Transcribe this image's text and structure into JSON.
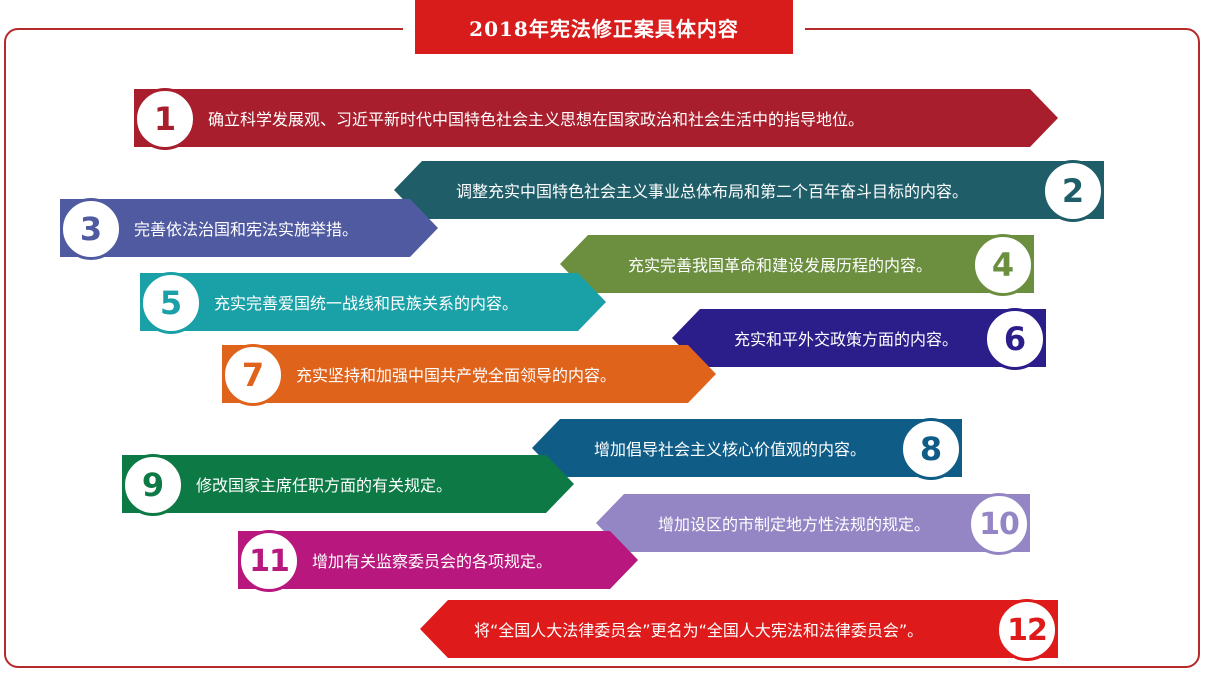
{
  "title": "2018年宪法修正案具体内容",
  "items": [
    {
      "num": "1",
      "text": "确立科学发展观、习近平新时代中国特色社会主义思想在国家政治和社会生活中的指导地位。",
      "color": "#a81e2d"
    },
    {
      "num": "2",
      "text": "调整充实中国特色社会主义事业总体布局和第二个百年奋斗目标的内容。",
      "color": "#1f5e69"
    },
    {
      "num": "3",
      "text": "完善依法治国和宪法实施举措。",
      "color": "#4f5aa1"
    },
    {
      "num": "4",
      "text": "充实完善我国革命和建设发展历程的内容。",
      "color": "#6b8f3f"
    },
    {
      "num": "5",
      "text": "充实完善爱国统一战线和民族关系的内容。",
      "color": "#1aa0a7"
    },
    {
      "num": "6",
      "text": "充实和平外交政策方面的内容。",
      "color": "#2b1e8a"
    },
    {
      "num": "7",
      "text": "充实坚持和加强中国共产党全面领导的内容。",
      "color": "#e0631c"
    },
    {
      "num": "8",
      "text": "增加倡导社会主义核心价值观的内容。",
      "color": "#0f5c86"
    },
    {
      "num": "9",
      "text": "修改国家主席任职方面的有关规定。",
      "color": "#0d7a45"
    },
    {
      "num": "10",
      "text": "增加设区的市制定地方性法规的规定。",
      "color": "#9486c4"
    },
    {
      "num": "11",
      "text": "增加有关监察委员会的各项规定。",
      "color": "#b8177e"
    },
    {
      "num": "12",
      "text": "将“全国人大法律委员会”更名为“全国人大宪法和法律委员会”。",
      "color": "#de1a1a"
    }
  ]
}
